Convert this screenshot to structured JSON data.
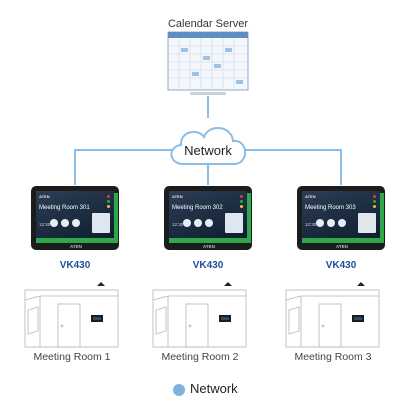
{
  "server": {
    "title": "Calendar Server",
    "icon": "calendar-server-icon"
  },
  "cloud": {
    "label": "Network",
    "icon": "cloud-icon"
  },
  "devices": [
    {
      "screen_title": "Meeting Room 301",
      "model": "VK430",
      "room": "Meeting Room 1"
    },
    {
      "screen_title": "Meeting Room 302",
      "model": "VK430",
      "room": "Meeting Room 2"
    },
    {
      "screen_title": "Meeting Room 303",
      "model": "VK430",
      "room": "Meeting Room 3"
    }
  ],
  "screen": {
    "brand": "ATEN",
    "time": "12:30",
    "bezel_logo": "ATEN"
  },
  "legend": {
    "label": "Network",
    "color": "#7fb2df"
  },
  "colors": {
    "network_line": "#8cbde6",
    "bezel": "#1c1c1c",
    "accent_green": "#2ea84a",
    "model_text": "#1f4e9a"
  }
}
